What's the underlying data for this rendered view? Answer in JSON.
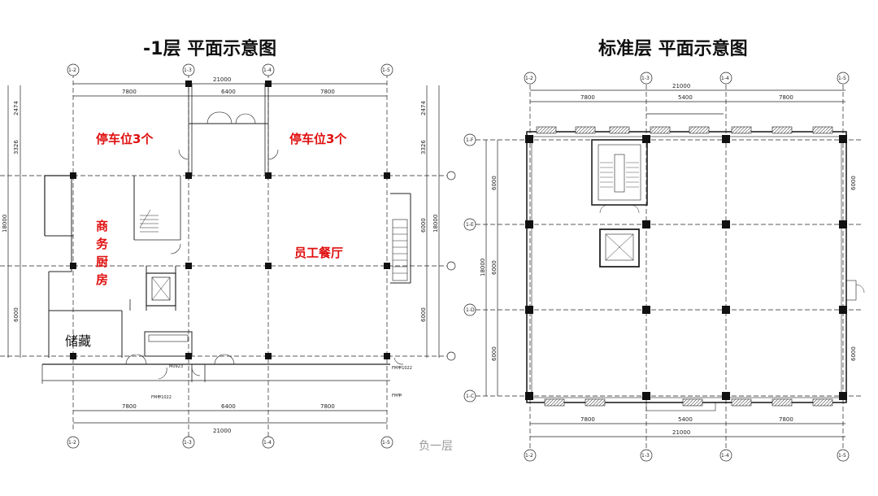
{
  "titles": {
    "left": "-1层 平面示意图",
    "right": "标准层 平面示意图"
  },
  "left_plan": {
    "grid_labels_top": [
      "1-2",
      "1-3",
      "1-4",
      "1-5"
    ],
    "dims_top": [
      "7800",
      "6400",
      "7800"
    ],
    "dim_total": "21000",
    "side_dims": [
      "2474",
      "3326",
      "6000",
      "6000"
    ],
    "side_total": "18000",
    "rooms": {
      "parking_left": "停车位3个",
      "parking_right": "停车位3个",
      "kitchen": [
        "商",
        "务",
        "厨",
        "房"
      ],
      "dining": "员工餐厅",
      "storage": "储藏"
    },
    "door_tags": [
      "M0923",
      "FM甲1022",
      "FM甲1022",
      "FM甲"
    ],
    "footer_text": "负一层"
  },
  "right_plan": {
    "grid_labels_top": [
      "1-2",
      "1-3",
      "1-4",
      "1-5"
    ],
    "grid_labels_left": [
      "1-F",
      "1-E",
      "1-D",
      "1-C"
    ],
    "dims_top": [
      "7800",
      "5400",
      "7800"
    ],
    "dim_total": "21000",
    "side_dims": [
      "6000",
      "6000",
      "6000"
    ],
    "side_total": "18000"
  }
}
